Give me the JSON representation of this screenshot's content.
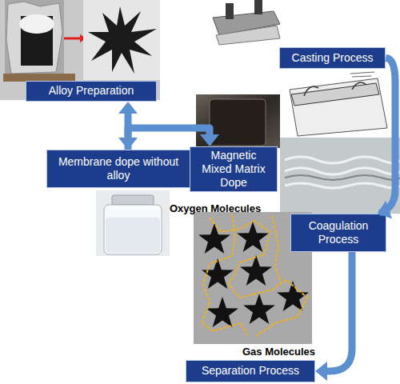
{
  "diagram": {
    "nodes": [
      {
        "text": [
          "Alloy Preparation"
        ]
      },
      {
        "text": [
          "Membrane dope without alloy"
        ]
      },
      {
        "text": [
          "Magnetic Mixed Matrix Dope"
        ]
      },
      {
        "text": [
          "Casting Process"
        ]
      },
      {
        "text": [
          "Coagulation Process"
        ]
      },
      {
        "text": [
          "Separation Process"
        ]
      }
    ],
    "edges": [
      {
        "from": 0,
        "to": 1,
        "arrow": "both"
      },
      {
        "from": 1,
        "to": 2,
        "arrow": "to"
      },
      {
        "from": 3,
        "to": 4,
        "arrow": "to"
      },
      {
        "from": 4,
        "to": 5,
        "arrow": "to"
      }
    ],
    "labels": [
      "Oxygen Molecules",
      "Gas Molecules"
    ]
  }
}
